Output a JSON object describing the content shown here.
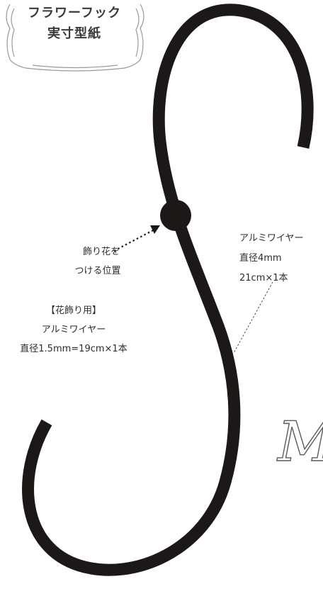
{
  "title": {
    "line1": "フラワーフック",
    "line2": "実寸型紙"
  },
  "flower_position": {
    "line1": "飾り花を",
    "line2": "つける位置"
  },
  "flower_wire": {
    "line1": "【花飾り用】",
    "line2": "アルミワイヤー",
    "line3": "直径1.5mm=19cm×1本"
  },
  "hook_wire": {
    "line1": "アルミワイヤー",
    "line2": "直径4mm",
    "line3": "21cm×1本"
  },
  "decor": {
    "script_text": "My",
    "ink_color": "#1c1818",
    "frame_color": "#9a9a9a"
  }
}
